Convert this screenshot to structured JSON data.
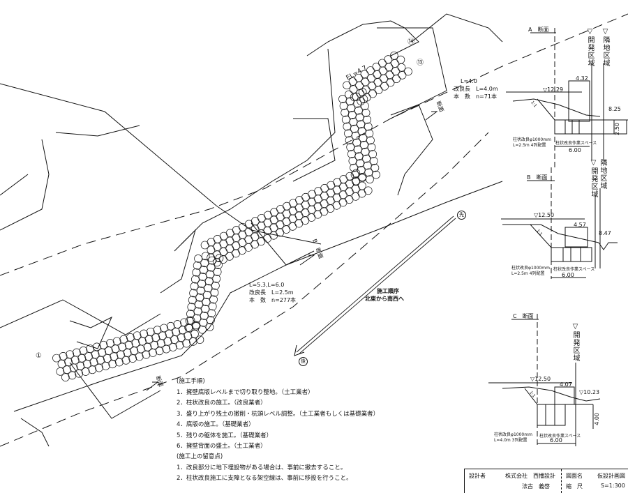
{
  "plan": {
    "segment_north": {
      "spec": "L=4.0",
      "length": "改良長　L=4.0m",
      "count": "本　数　n=71本"
    },
    "segment_main": {
      "spec": "L=5.3,L=6.0",
      "length": "改良長　L=2.5m",
      "count": "本　数　n=277本"
    },
    "elevation_label": "EL=4.7",
    "section_label": "断面",
    "section_b_label": "B　断面",
    "order_title": "施工順序",
    "order_text": "北東から南西へ",
    "start_mark": "先",
    "end_mark": "後",
    "pile_numbers": [
      "①",
      "⑬",
      "⑭"
    ]
  },
  "sections": {
    "a": {
      "title": "A　断面",
      "zone1": "▽開発区域",
      "zone2": "▽隣地区域",
      "level_top": "▽12.29",
      "width_top": "4.32",
      "level_low": "8.25",
      "depth": "2.50",
      "width": "6.00",
      "slope": "1:1",
      "pile_note1": "柱状改良φ1000mm",
      "pile_note2": "L=2.5m 4列配置",
      "space_note": "柱状改良作業スペース"
    },
    "b": {
      "title": "B　断面",
      "zone1": "▽開発区域",
      "zone2": "隣地区域",
      "level_top": "▽12.50",
      "width_top": "4.57",
      "level_low": "8.47",
      "width": "6.00",
      "slope": "1:1",
      "pile_note1": "柱状改良φ1000mm",
      "pile_note2": "L=2.5m 4列配置",
      "space_note": "柱状改良作業スペース"
    },
    "c": {
      "title": "C　断面",
      "zone1": "▽開発区域",
      "level_top": "▽12.50",
      "width_top": "4.07",
      "level_low": "▽10.23",
      "depth": "4.00",
      "width": "6.00",
      "slope": "1:1",
      "pile_note1": "柱状改良φ1000mm",
      "pile_note2": "L=4.0m 3列配置",
      "space_note": "柱状改良作業スペース"
    }
  },
  "procedure": {
    "title": "(施工手順)",
    "steps": [
      "1．擁壁底版レベルまで切り取り整地。（土工業者）",
      "2．柱状改良の施工。（改良業者）",
      "3．盛り上がり残土の撤削・杭頭レベル調整。（土工業者もしくは基礎業者）",
      "4．底版の施工。（基礎業者）",
      "5．残りの躯体を施工。（基礎業者）",
      "6．擁壁背面の盛土。（土工業者）"
    ]
  },
  "cautions": {
    "title": "(施工上の留意点)",
    "items": [
      "1．改良部分に地下埋設物がある場合は、事前に撤去すること。",
      "2．柱状改良施工に支障となる架空線は、事前に移設を行うこと。"
    ]
  },
  "title_block": {
    "designer_label": "設計者",
    "company": "株式会社　西播設計",
    "person": "法古　義啓",
    "drawing_label": "図面名",
    "drawing_name": "仮設計画図",
    "scale_label": "縮　尺",
    "scale": "S=1:300"
  }
}
